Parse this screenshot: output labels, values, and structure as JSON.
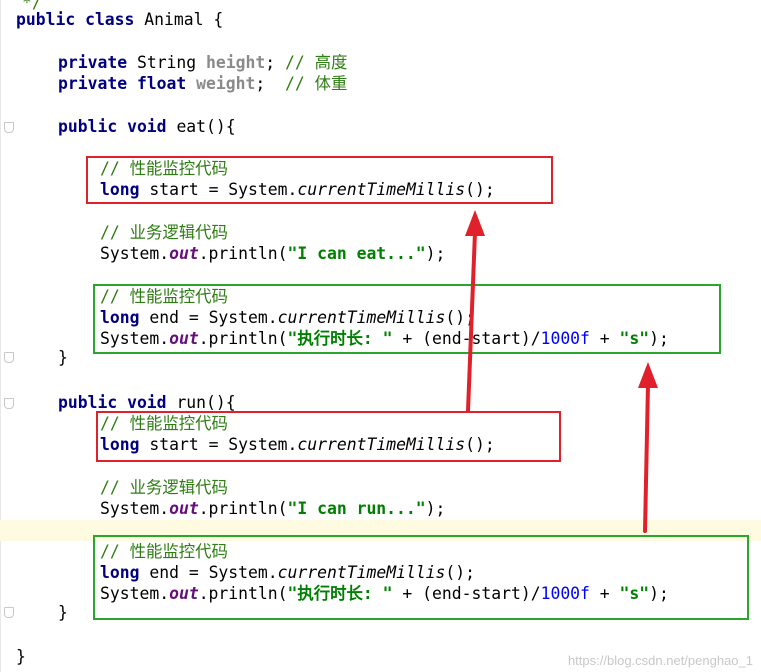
{
  "code": {
    "header_fragment": "*/",
    "class_decl": {
      "kw": "public class",
      "name": "Animal {"
    },
    "fields": [
      {
        "kw": "private",
        "type": "String",
        "name": "height",
        "punct": ";",
        "comment": "// 高度"
      },
      {
        "kw": "private float",
        "type": "",
        "name": "weight",
        "punct": ";",
        "comment": "// 体重"
      }
    ],
    "methods": [
      {
        "signature_kw": "public void",
        "signature_rest": "eat(){",
        "perf_comment_1": "// 性能监控代码",
        "start_kw": "long",
        "start_rest": "start = System.",
        "time_call": "currentTimeMillis",
        "call_end": "();",
        "biz_comment": "// 业务逻辑代码",
        "print_prefix": "System.",
        "out_field": "out",
        "print_call": ".println(",
        "print_string": "\"I can eat...\"",
        "print_end": ");",
        "perf_comment_2": "// 性能监控代码",
        "end_kw": "long",
        "end_rest": "end = System.",
        "dur_string": "\"执行时长: \"",
        "dur_mid": " + (end-start)/",
        "dur_num": "1000f",
        "dur_plus": " + ",
        "dur_s": "\"s\"",
        "close_brace": "}"
      },
      {
        "signature_kw": "public void",
        "signature_rest": "run(){",
        "perf_comment_1": "// 性能监控代码",
        "start_kw": "long",
        "start_rest": "start = System.",
        "time_call": "currentTimeMillis",
        "call_end": "();",
        "biz_comment": "// 业务逻辑代码",
        "print_prefix": "System.",
        "out_field": "out",
        "print_call": ".println(",
        "print_string": "\"I can run...\"",
        "print_end": ");",
        "perf_comment_2": "// 性能监控代码",
        "end_kw": "long",
        "end_rest": "end = System.",
        "dur_string": "\"执行时长: \"",
        "dur_mid": " + (end-start)/",
        "dur_num": "1000f",
        "dur_plus": " + ",
        "dur_s": "\"s\"",
        "close_brace": "}"
      }
    ],
    "class_close": "}"
  },
  "annotation_colors": {
    "highlight_start": "#e0202a",
    "highlight_end": "#2aa62a",
    "arrow": "#e0202a"
  },
  "watermark": "https://blog.csdn.net/penghao_1"
}
